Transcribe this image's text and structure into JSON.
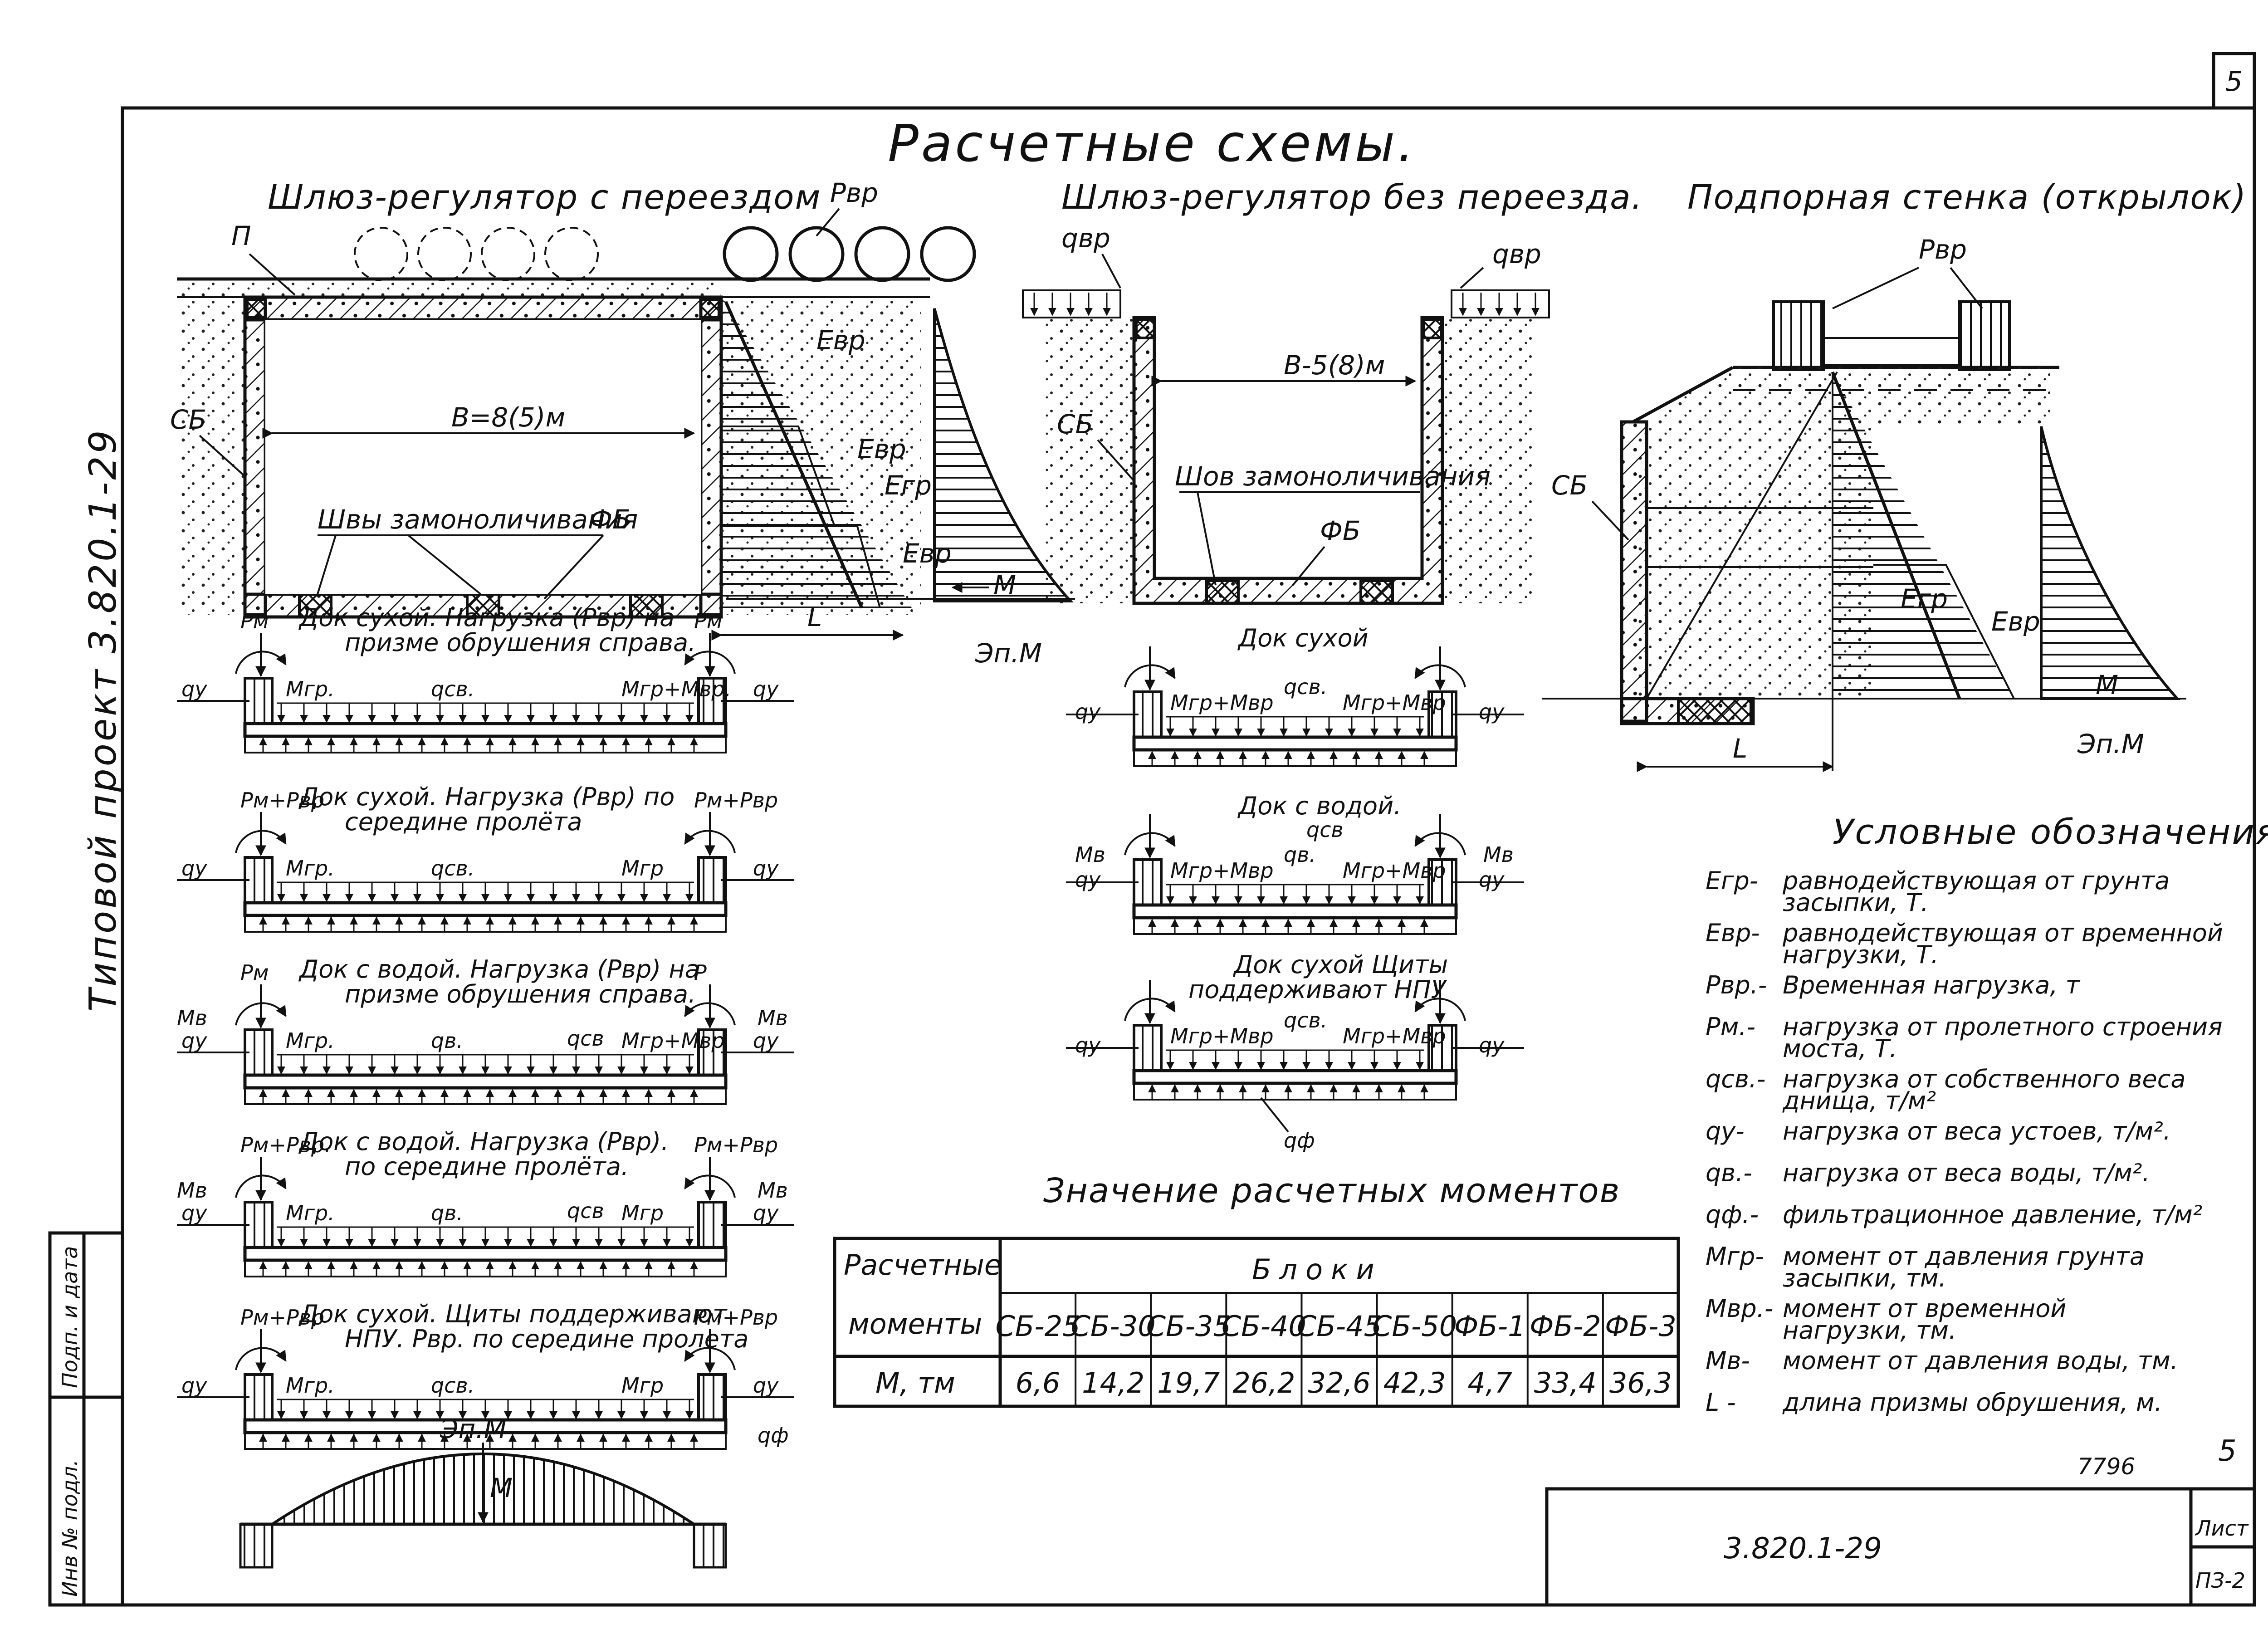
{
  "sheet": {
    "corner_page": "5",
    "side_project": "Типовой проект  3.820.1-29",
    "side_stamp": [
      "Инв № подл.",
      "Подп. и дата"
    ],
    "title": "Расчетные схемы.",
    "doc_code": "3.820.1-29",
    "sheet_label": "Лист",
    "sheet_no": "ПЗ-2",
    "bottom_num": "7796",
    "bottom_page": "5"
  },
  "schemes": {
    "with_crossing": {
      "title": "Шлюз-регулятор с переездом",
      "labels": {
        "p": "П",
        "sb": "СБ",
        "fb": "ФБ",
        "width": "В=8(5)м",
        "joints": "Швы замоноличивания",
        "pvr": "Рвр",
        "evr": "Евр",
        "egr": "Егр",
        "m": "М",
        "l": "L",
        "epure": "Эп.М"
      }
    },
    "without_crossing": {
      "title": "Шлюз-регулятор без переезда.",
      "labels": {
        "qvr": "qвр",
        "sb": "СБ",
        "fb": "ФБ",
        "width": "В-5(8)м",
        "joint": "Шов замоноличивания"
      }
    },
    "retaining_wall": {
      "title": "Подпорная стенка (открылок)",
      "labels": {
        "pvr": "Рвр",
        "sb": "СБ",
        "egr": "Егр",
        "evr": "Евр",
        "m": "М",
        "l": "L",
        "epure": "Эп.М"
      }
    }
  },
  "load_cases_left": [
    {
      "caption": [
        "Док сухой.  Нагрузка (Рвр) на",
        "призме обрушения справа."
      ],
      "left_p": "Рм",
      "right_p": "Рм",
      "q": "qу",
      "m_left": "Мгр.",
      "m_right": "Мгр+Мвр.",
      "qmid": "qсв."
    },
    {
      "caption": [
        "Док сухой. Нагрузка (Рвр) по",
        "середине пролёта"
      ],
      "left_p": "Рм+Рвр",
      "right_p": "Рм+Рвр",
      "q": "qу",
      "m_left": "Мгр.",
      "m_right": "Мгр",
      "qmid": "qсв."
    },
    {
      "caption": [
        "Док с водой.  Нагрузка (Рвр) на",
        "призме обрушения справа."
      ],
      "left_p": "Рм",
      "right_p": "Р",
      "q": "qу",
      "mb": "Мв",
      "m_left": "Мгр.",
      "m_right": "Мгр+Мвр",
      "qmid": "qв.",
      "qmid2": "qсв"
    },
    {
      "caption": [
        "Док с водой.  Нагрузка (Рвр).",
        "по середине пролёта."
      ],
      "left_p": "Рм+Рвр.",
      "right_p": "Рм+Рвр",
      "q": "qу",
      "mb": "Мв",
      "m_left": "Мгр.",
      "m_right": "Мгр",
      "qmid": "qв.",
      "qmid2": "qсв"
    },
    {
      "caption": [
        "Док сухой.  Щиты поддерживают",
        "НПУ. Рвр. по середине пролета"
      ],
      "left_p": "Рм+Рвр",
      "right_p": "Рм+Рвр",
      "q": "qу",
      "m_left": "Мгр.",
      "m_right": "Мгр",
      "qmid": "qсв.",
      "qf": "qф"
    }
  ],
  "bottom_epure": {
    "label": "Эп.М",
    "m": "М"
  },
  "load_cases_mid": [
    {
      "caption": "Док сухой",
      "m": "Мгр+Мвр",
      "q": "qу",
      "qmid": "qсв."
    },
    {
      "caption": "Док с водой.",
      "m": "Мгр+Мвр",
      "q": "qу",
      "mb": "Мв",
      "qmid": "qв.",
      "qmid2": "qсв"
    },
    {
      "caption": [
        "Док сухой        Щиты",
        "поддерживают   НПУ"
      ],
      "m": "Мгр+Мвр",
      "q": "qу",
      "qmid": "qсв.",
      "qf": "qф"
    }
  ],
  "moments_table": {
    "title": "Значение расчетных моментов",
    "row_header": [
      "Расчетные",
      "моменты"
    ],
    "group_header": "Блоки",
    "columns": [
      "СБ-25",
      "СБ-30",
      "СБ-35",
      "СБ-40",
      "СБ-45",
      "СБ-50",
      "ФБ-1",
      "ФБ-2",
      "ФБ-3"
    ],
    "row_label": "М, тм",
    "values": [
      "6,6",
      "14,2",
      "19,7",
      "26,2",
      "32,6",
      "42,3",
      "4,7",
      "33,4",
      "36,3"
    ]
  },
  "legend": {
    "title": "Условные обозначения",
    "items": [
      {
        "sym": "Егр-",
        "text": [
          "равнодействующая от грунта",
          "засыпки, Т."
        ]
      },
      {
        "sym": "Евр-",
        "text": [
          "равнодействующая от временной",
          "нагрузки, Т."
        ]
      },
      {
        "sym": "Рвр.-",
        "text": [
          "Временная нагрузка, т"
        ]
      },
      {
        "sym": "Рм.-",
        "text": [
          "нагрузка от пролетного строения",
          "моста, Т."
        ]
      },
      {
        "sym": "qсв.-",
        "text": [
          "нагрузка от собственного веса",
          "днища, т/м²"
        ]
      },
      {
        "sym": "qу-",
        "text": [
          "нагрузка от веса устоев, т/м²."
        ]
      },
      {
        "sym": "qв.-",
        "text": [
          "нагрузка от веса воды, т/м²."
        ]
      },
      {
        "sym": "qф.-",
        "text": [
          "фильтрационное давление, т/м²"
        ]
      },
      {
        "sym": "Мгр-",
        "text": [
          "момент от давления грунта",
          "засыпки, тм."
        ]
      },
      {
        "sym": "Мвр.-",
        "text": [
          "момент от временной",
          "нагрузки, тм."
        ]
      },
      {
        "sym": "Мв-",
        "text": [
          "момент от давления воды, тм."
        ]
      },
      {
        "sym": "L -",
        "text": [
          "длина призмы обрушения, м."
        ]
      }
    ]
  }
}
